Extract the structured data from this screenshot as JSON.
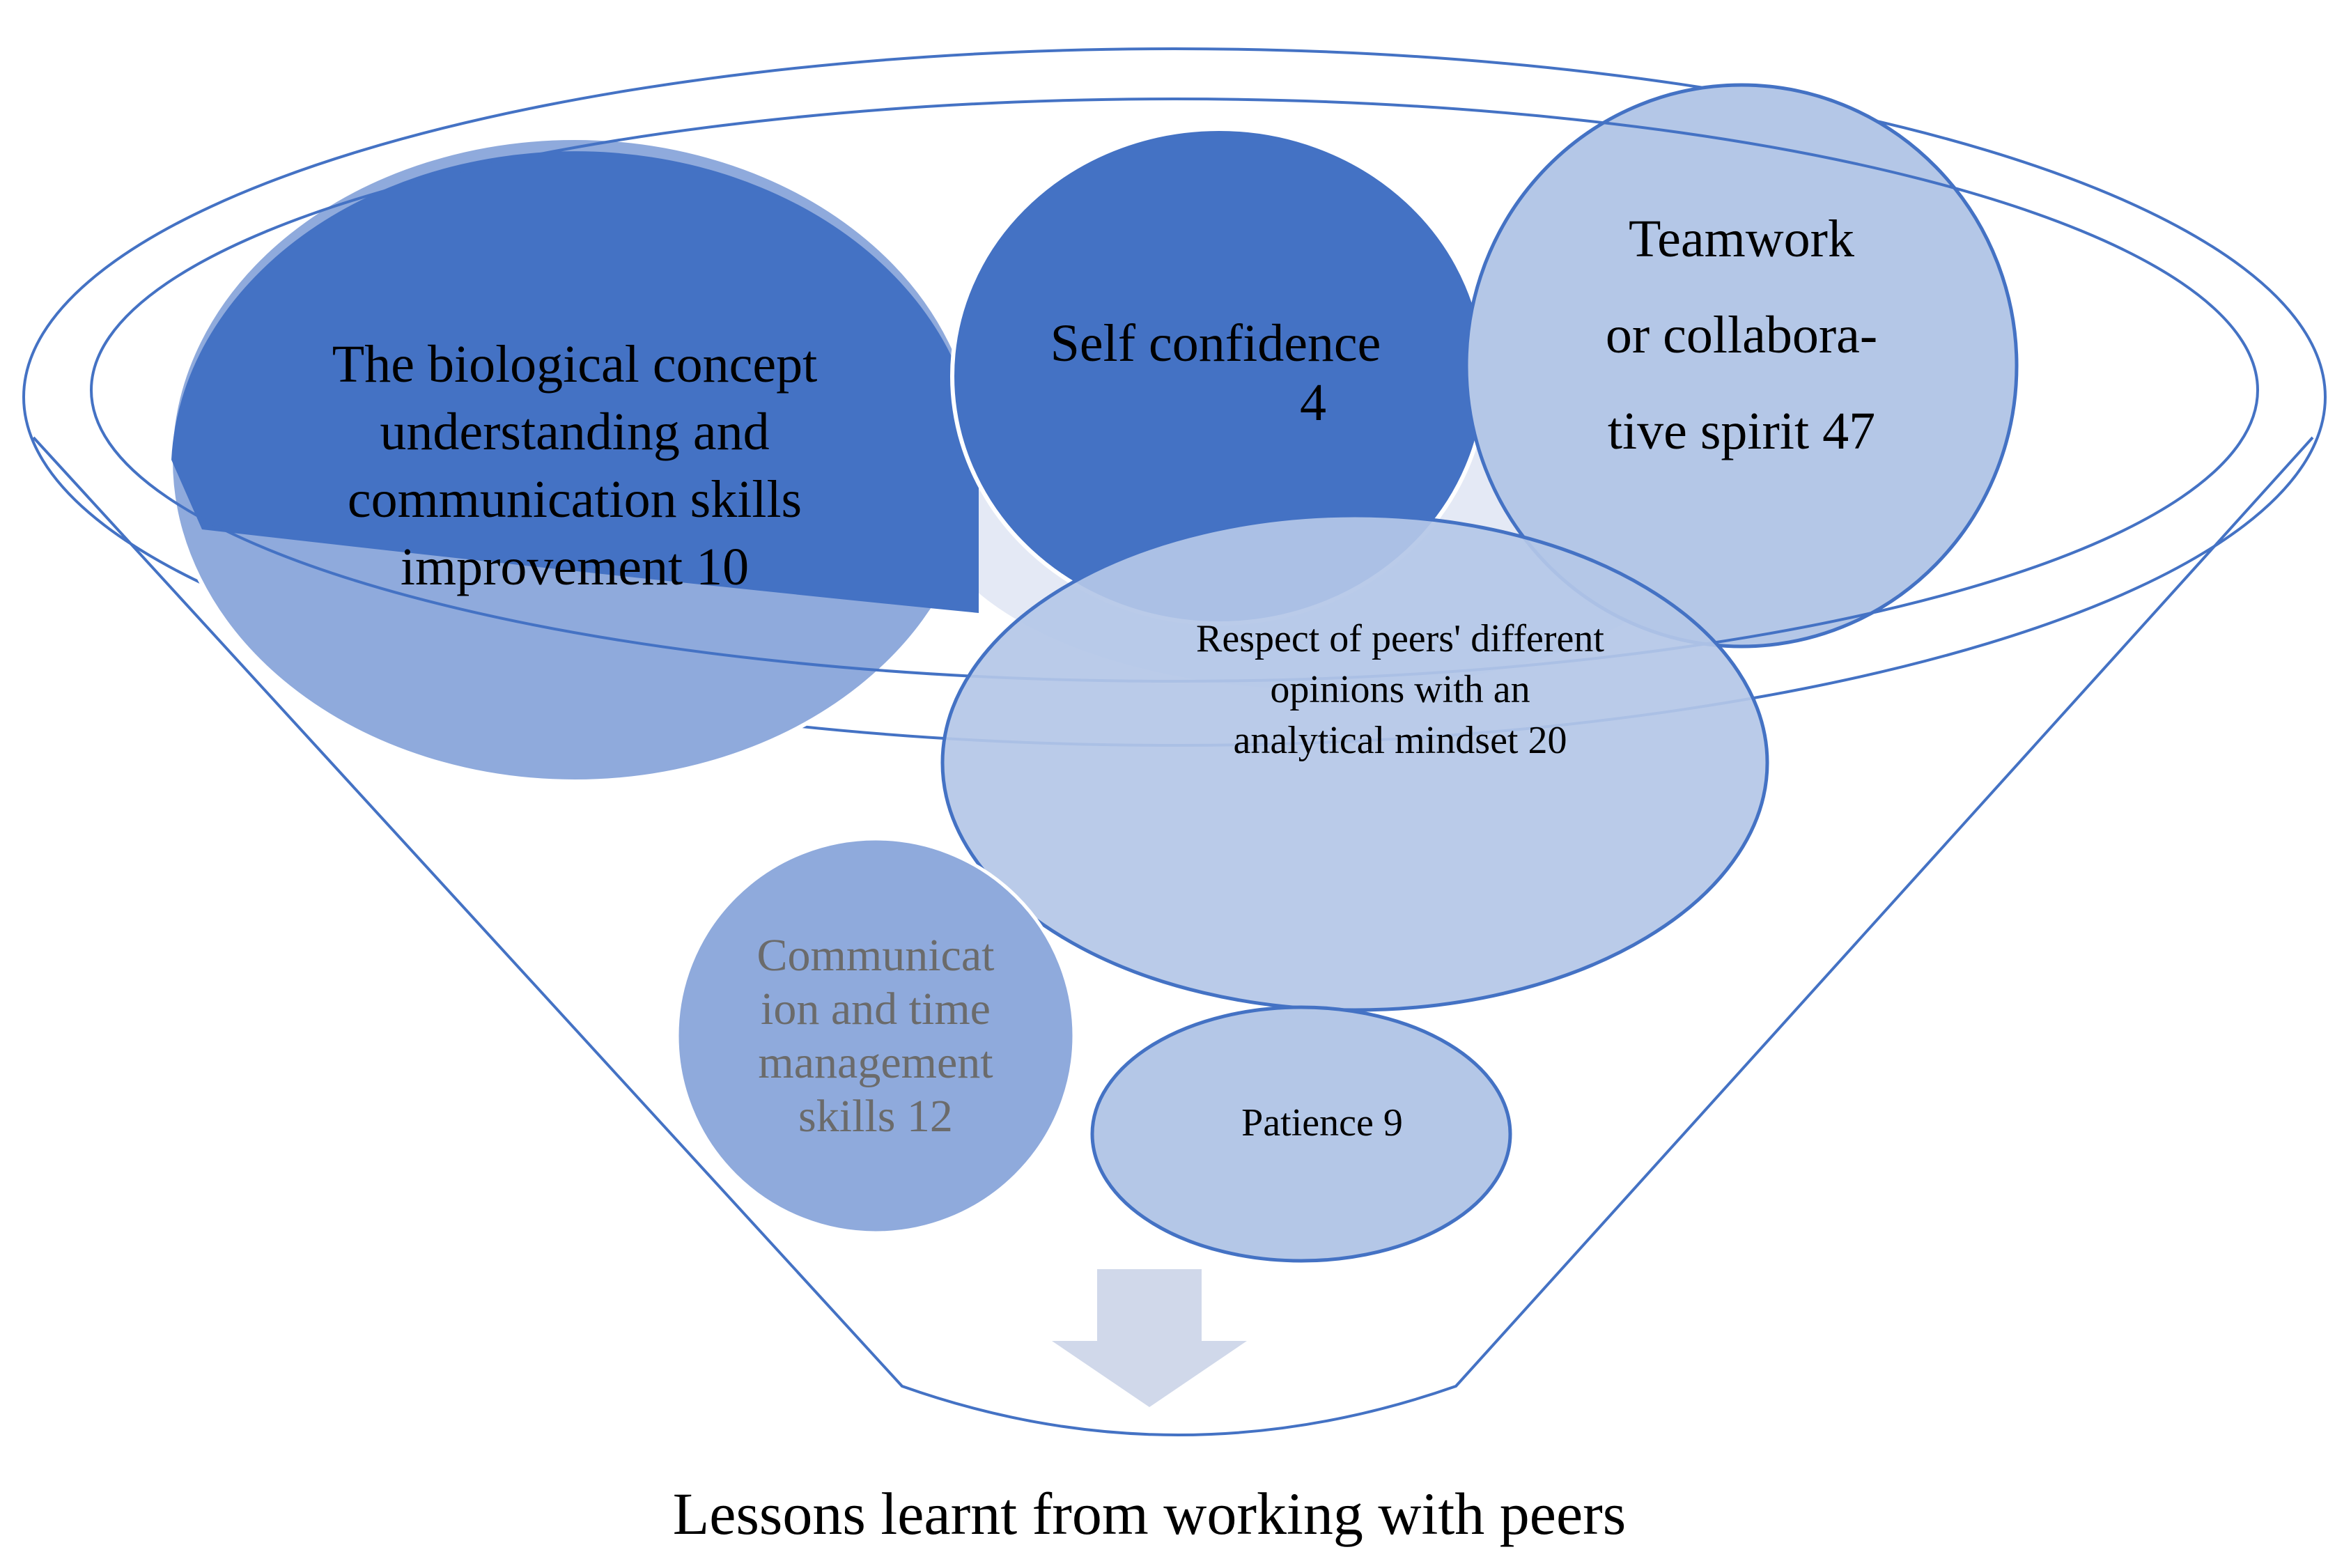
{
  "caption": "Lessons learnt from working with peers",
  "items": [
    {
      "key": "biological",
      "lines": [
        "The biological concept",
        "understanding and",
        "communication skills",
        "improvement       10"
      ],
      "label": "The biological concept understanding and communication skills improvement",
      "count": 10
    },
    {
      "key": "confidence",
      "lines": [
        "Self confidence",
        "4"
      ],
      "label": "Self confidence",
      "count": 4
    },
    {
      "key": "teamwork",
      "lines": [
        "Teamwork",
        "or collabora-",
        "tive spirit 47"
      ],
      "label": "Teamwork or collaborative spirit",
      "count": 47
    },
    {
      "key": "respect",
      "lines": [
        "Respect of peers' different",
        "opinions with an",
        "analytical mindset 20"
      ],
      "label": "Respect of peers' different opinions with an analytical mindset",
      "count": 20
    },
    {
      "key": "timemgmt",
      "lines": [
        "Communicat",
        "ion and time",
        "management",
        "skills      12"
      ],
      "label": "Communication and time management skills",
      "count": 12
    },
    {
      "key": "patience",
      "lines": [
        "Patience 9"
      ],
      "label": "Patience",
      "count": 9
    }
  ],
  "colors": {
    "outline": "#4472c4",
    "dark_blue": "#4472c4",
    "mid_blue": "#8faadc",
    "light_blue": "#b4c7e7",
    "arrow": "#d0d8ea"
  }
}
